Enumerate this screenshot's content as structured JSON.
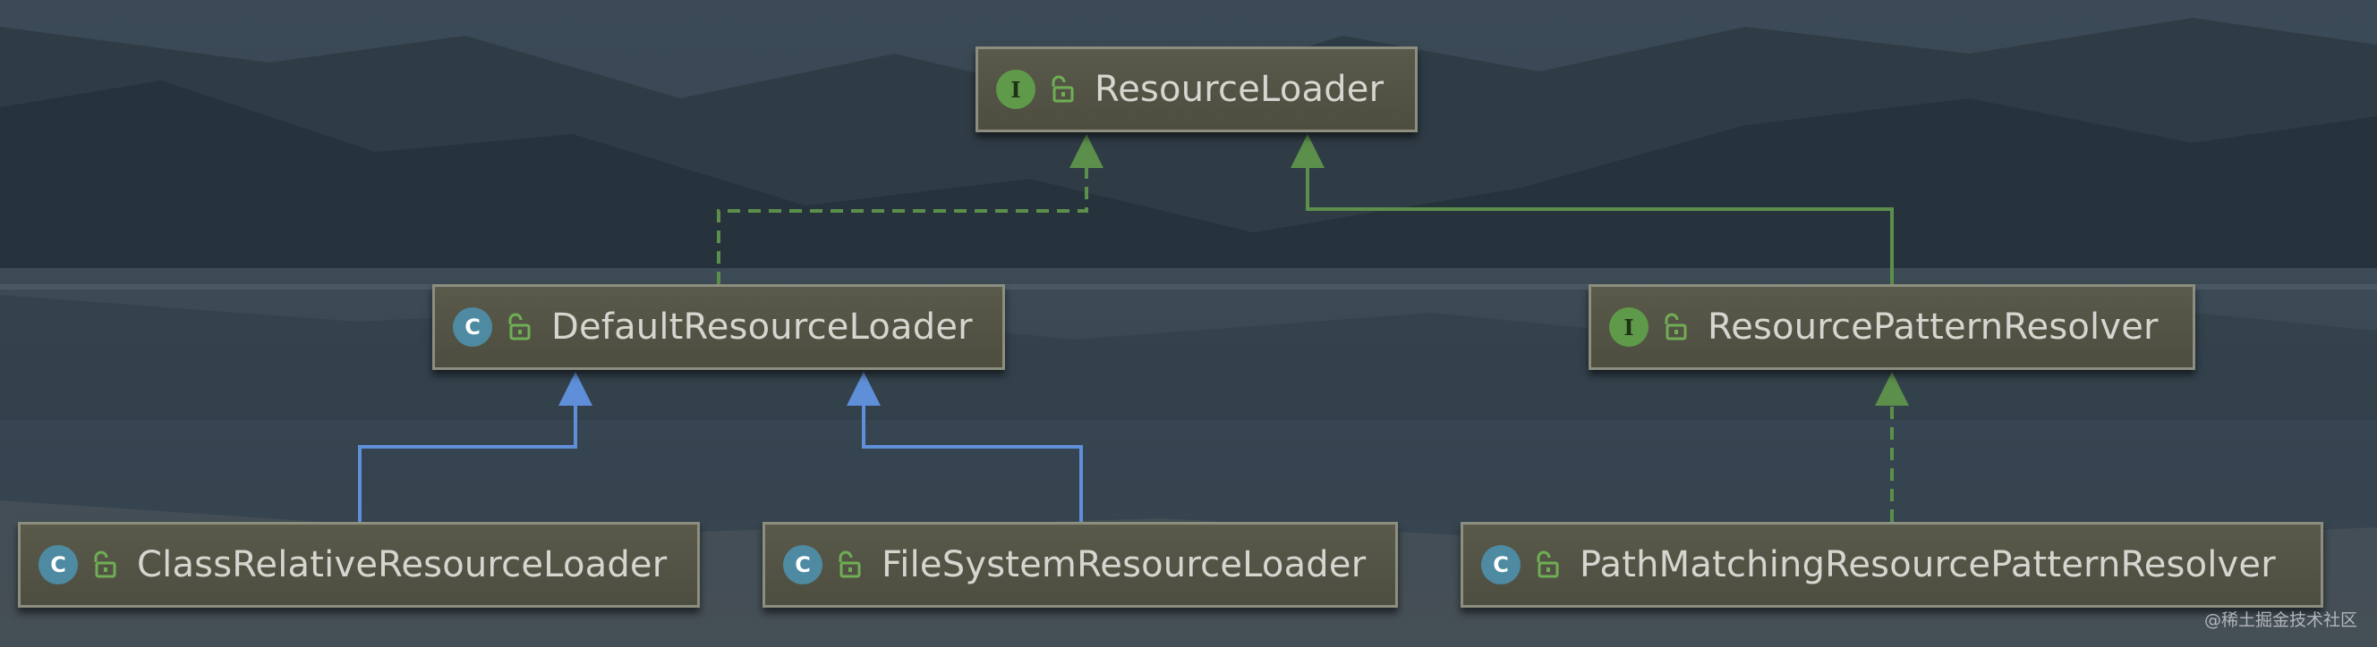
{
  "colors": {
    "implements_line": "#5b8f4b",
    "extends_line": "#5f8fd9",
    "node_border": "#8c8e7f",
    "label_text": "#d6d6d0"
  },
  "nodes": {
    "resource_loader": {
      "kind": "I",
      "kind_icon": "interface-badge-icon",
      "access_icon": "lock-open-icon",
      "label": "ResourceLoader"
    },
    "default_resource_loader": {
      "kind": "C",
      "kind_icon": "class-badge-icon",
      "access_icon": "lock-open-icon",
      "label": "DefaultResourceLoader"
    },
    "resource_pattern_resolver": {
      "kind": "I",
      "kind_icon": "interface-badge-icon",
      "access_icon": "lock-open-icon",
      "label": "ResourcePatternResolver"
    },
    "class_relative_resource_loader": {
      "kind": "C",
      "kind_icon": "class-badge-icon",
      "access_icon": "lock-open-icon",
      "label": "ClassRelativeResourceLoader"
    },
    "file_system_resource_loader": {
      "kind": "C",
      "kind_icon": "class-badge-icon",
      "access_icon": "lock-open-icon",
      "label": "FileSystemResourceLoader"
    },
    "path_matching_resource_pattern_resolver": {
      "kind": "C",
      "kind_icon": "class-badge-icon",
      "access_icon": "lock-open-icon",
      "label": "PathMatchingResourcePatternResolver"
    }
  },
  "edges": [
    {
      "from": "DefaultResourceLoader",
      "to": "ResourceLoader",
      "relation": "implements",
      "style": "dashed"
    },
    {
      "from": "ResourcePatternResolver",
      "to": "ResourceLoader",
      "relation": "extends",
      "style": "solid"
    },
    {
      "from": "ClassRelativeResourceLoader",
      "to": "DefaultResourceLoader",
      "relation": "extends",
      "style": "solid"
    },
    {
      "from": "FileSystemResourceLoader",
      "to": "DefaultResourceLoader",
      "relation": "extends",
      "style": "solid"
    },
    {
      "from": "PathMatchingResourcePatternResolver",
      "to": "ResourcePatternResolver",
      "relation": "implements",
      "style": "dashed"
    }
  ],
  "watermark": "@稀土掘金技术社区"
}
